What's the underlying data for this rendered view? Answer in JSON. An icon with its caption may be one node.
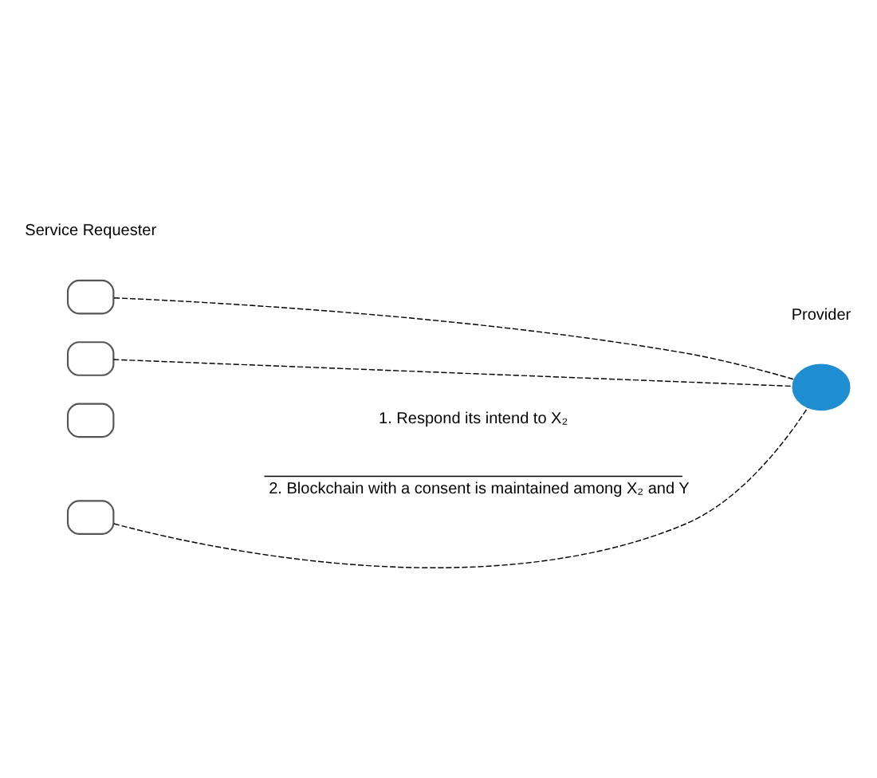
{
  "diagram": {
    "nodes": [
      {
        "text": [],
        "shape": "car"
      },
      {
        "text": [],
        "shape": "car"
      },
      {
        "text": [],
        "shape": "car"
      },
      {
        "text": [],
        "shape": "car"
      },
      {
        "text": [],
        "shape": "cloud"
      }
    ],
    "edges": [
      {
        "from": 0,
        "to": 4,
        "arrow": "none",
        "style": "dashed"
      },
      {
        "from": 1,
        "to": 4,
        "arrow": "none",
        "style": "dashed"
      },
      {
        "from": 3,
        "to": 4,
        "arrow": "none",
        "style": "dashed"
      }
    ],
    "labels": [
      "Service Requester",
      "Provider",
      "1. Respond its intend to X₂",
      "2. Blockchain with a consent is maintained among X₂ and Y"
    ]
  }
}
